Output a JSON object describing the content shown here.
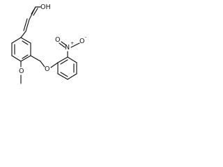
{
  "atom_labels": {
    "carboxyl_hydroxyl": "OH",
    "carbonyl_oxygen": "O",
    "methoxy_oxygen": "O",
    "ether_oxygen": "O",
    "nitro_nitrogen": "N",
    "nitro_charge_positive": "+",
    "nitro_oxygen": "O",
    "nitro_charge_negative": "-"
  }
}
